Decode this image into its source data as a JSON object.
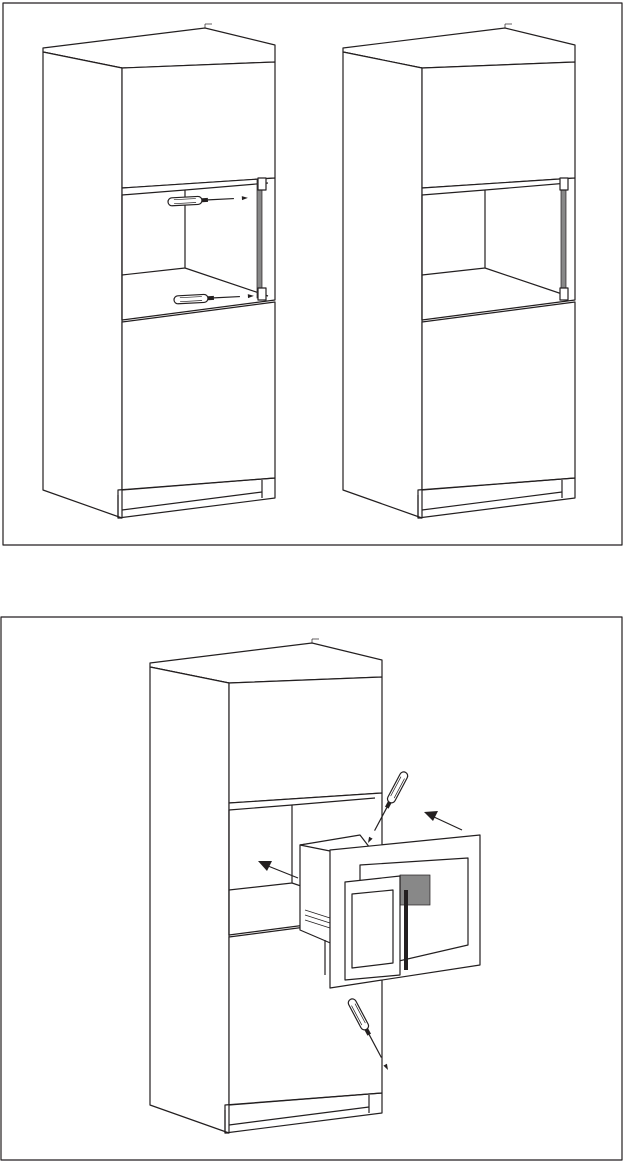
{
  "figures": [
    {
      "id": "step-remove-brackets",
      "tools": [
        "screwdriver",
        "screwdriver"
      ]
    },
    {
      "id": "step-brackets-removed"
    },
    {
      "id": "step-insert-microwave",
      "tools": [
        "screwdriver",
        "screwdriver"
      ],
      "arrows": 2
    }
  ],
  "colors": {
    "line": "#231f20",
    "background": "#ffffff"
  }
}
